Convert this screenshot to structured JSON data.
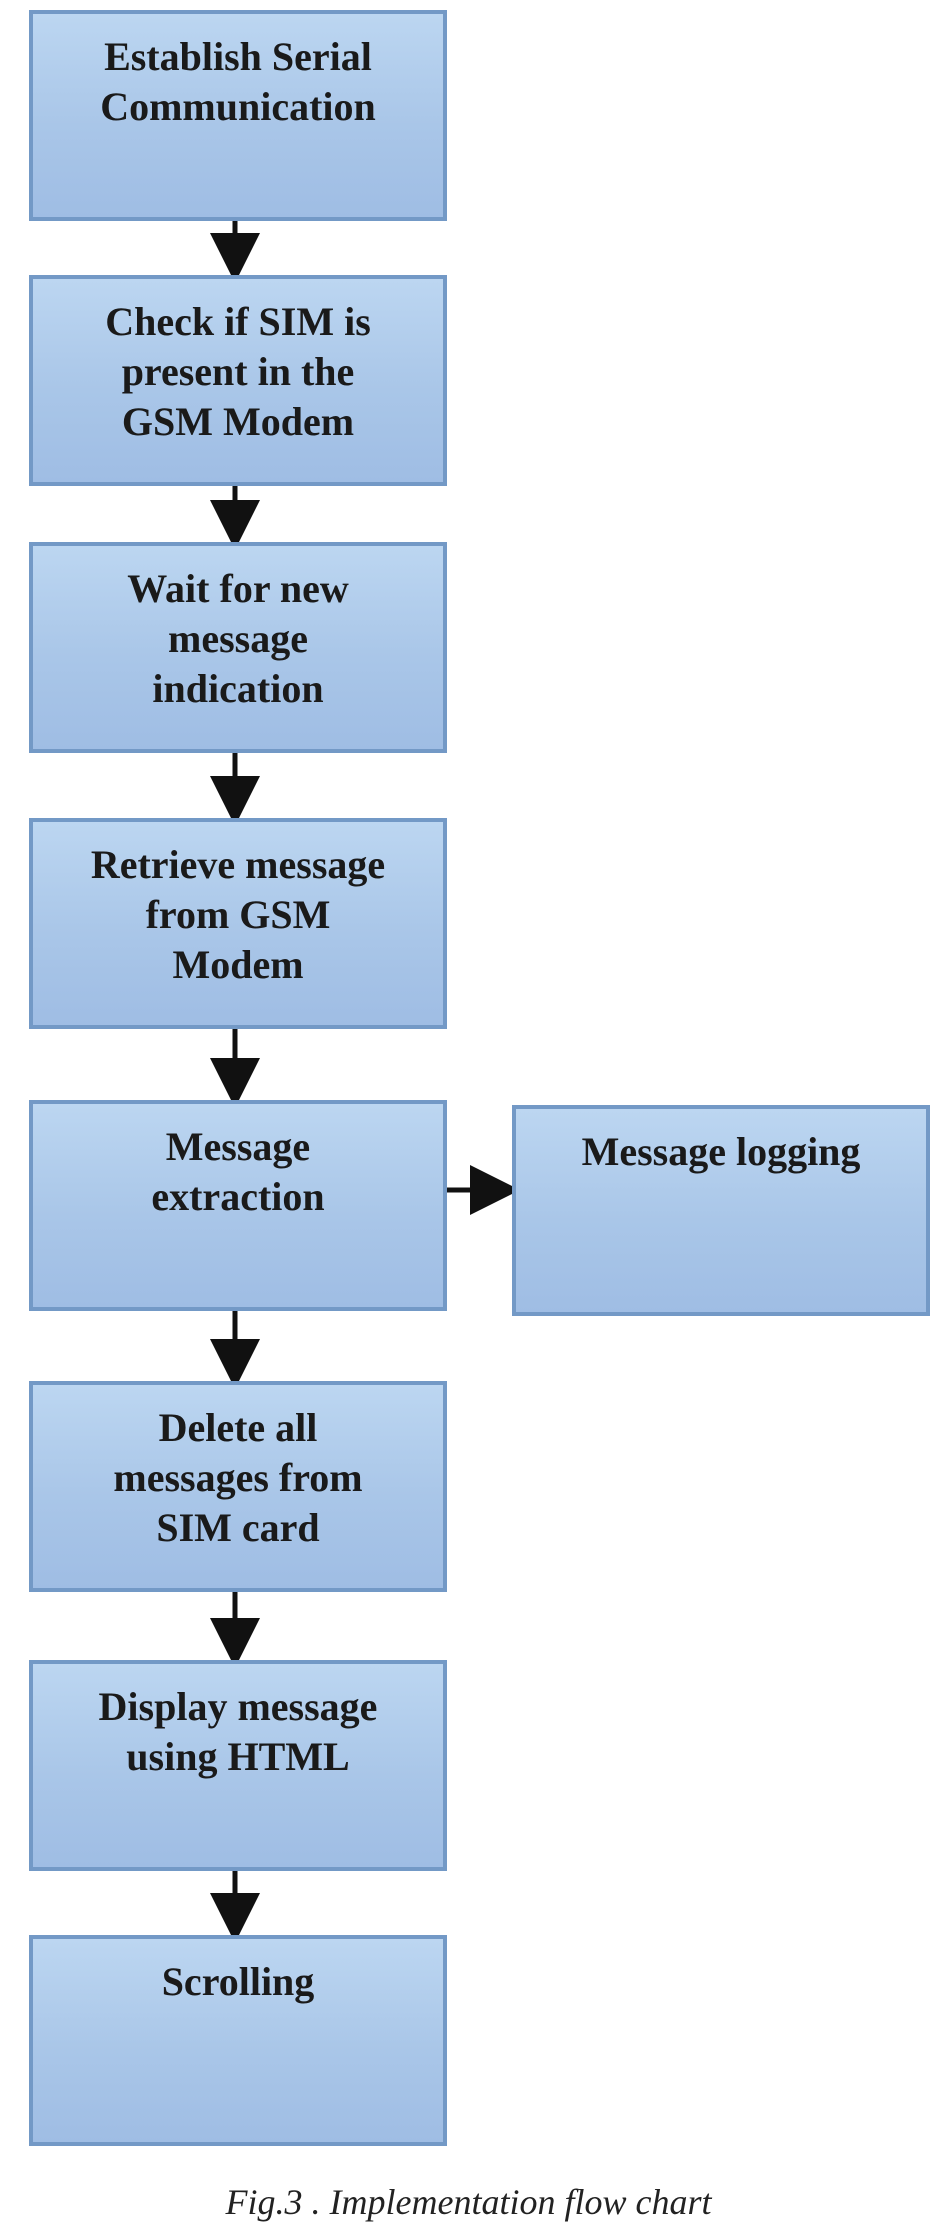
{
  "steps": [
    {
      "label": "Establish Serial\nCommunication"
    },
    {
      "label": "Check if SIM is\npresent in the\nGSM Modem"
    },
    {
      "label": "Wait for new\nmessage\nindication"
    },
    {
      "label": "Retrieve message\nfrom GSM\nModem"
    },
    {
      "label": "Message\nextraction"
    },
    {
      "label": "Delete all\nmessages from\nSIM card"
    },
    {
      "label": "Display message\nusing HTML"
    },
    {
      "label": "Scrolling"
    }
  ],
  "side_step": {
    "label": "Message logging"
  },
  "caption": "Fig.3 . Implementation flow chart",
  "colors": {
    "box_border": "#7399c6",
    "box_fill_top": "#bcd6f1",
    "box_fill_bottom": "#9fbde4",
    "arrow": "#111111",
    "text": "#1a1a1a"
  }
}
